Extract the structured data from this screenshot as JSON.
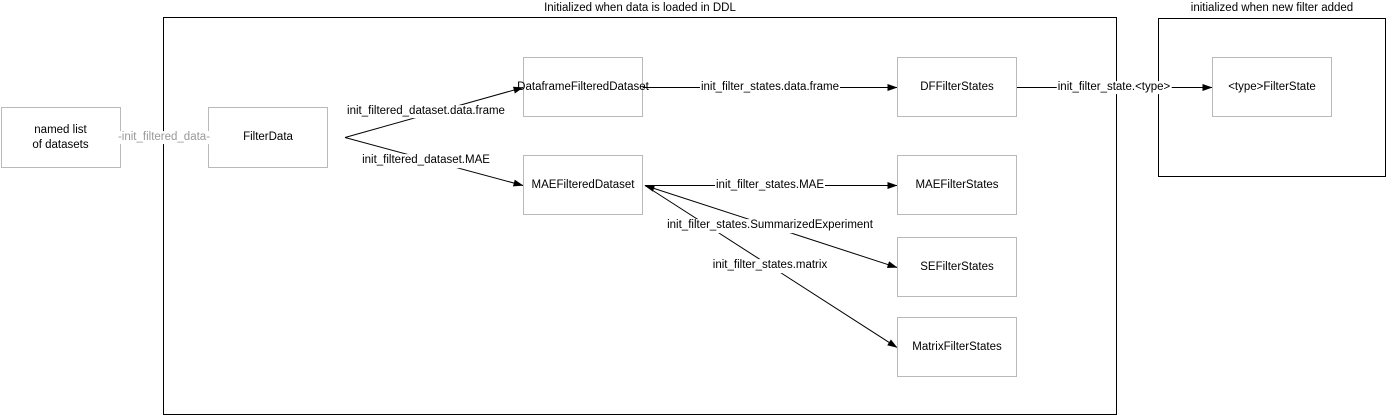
{
  "containers": {
    "ddl": {
      "title": "Initialized when data is loaded in DDL"
    },
    "new_filter": {
      "title": "initialized when new filter added"
    }
  },
  "nodes": {
    "named_list": "named list\nof datasets",
    "filter_data": "FilterData",
    "dataframe_filtered_dataset": "DataframeFilteredDataset",
    "mae_filtered_dataset": "MAEFilteredDataset",
    "df_filter_states": "DFFilterStates",
    "mae_filter_states": "MAEFilterStates",
    "se_filter_states": "SEFilterStates",
    "matrix_filter_states": "MatrixFilterStates",
    "type_filter_state": "<type>FilterState"
  },
  "edge_labels": {
    "init_filtered_data": "-init_filtered_data-",
    "init_filtered_dataset_data_frame": "init_filtered_dataset.data.frame",
    "init_filtered_dataset_mae": "init_filtered_dataset.MAE",
    "init_filter_states_data_frame": "init_filter_states.data.frame",
    "init_filter_state_type": "init_filter_state.<type>",
    "init_filter_states_mae": "init_filter_states.MAE",
    "init_filter_states_summarized_experiment": "init_filter_states.SummarizedExperiment",
    "init_filter_states_matrix": "init_filter_states.matrix"
  },
  "colors": {
    "node_border": "#b9b9b9",
    "container_border": "#000000",
    "arrow": "#000000",
    "muted_label": "#999999",
    "background": "#ffffff"
  }
}
